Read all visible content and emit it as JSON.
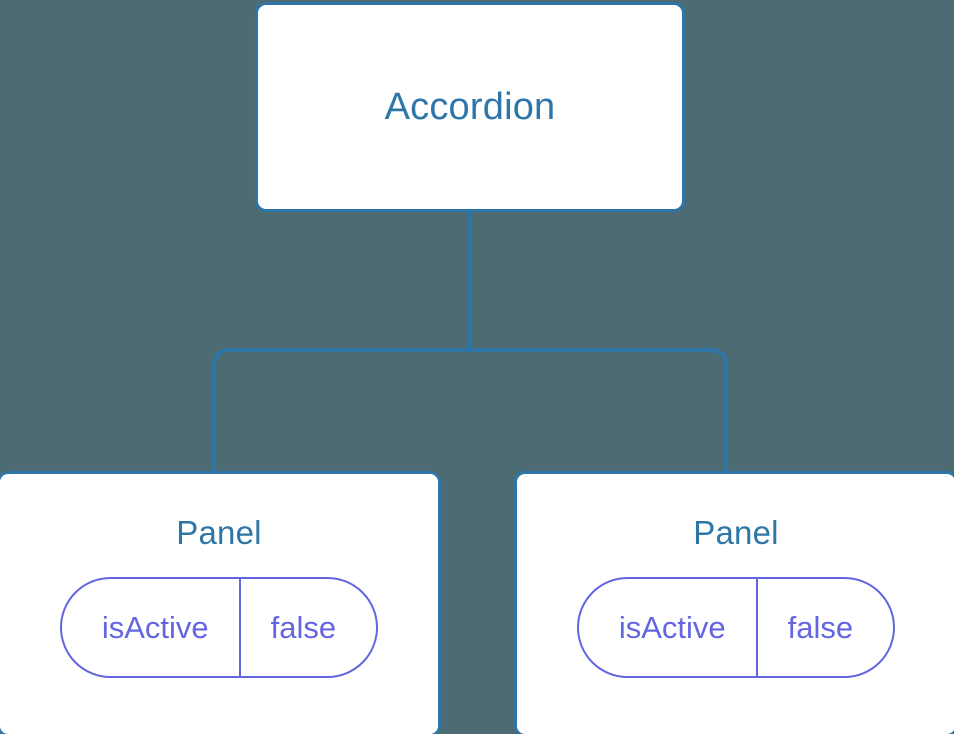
{
  "diagram": {
    "type": "component-tree",
    "background_color": "#4c6b73",
    "node_border_color": "#2e76a8",
    "node_fill_color": "#ffffff",
    "connector_color": "#2e76a8",
    "prop_badge_color": "#6366e0",
    "root": {
      "label": "Accordion"
    },
    "children": [
      {
        "label": "Panel",
        "props": [
          {
            "key": "isActive",
            "value": "false"
          }
        ]
      },
      {
        "label": "Panel",
        "props": [
          {
            "key": "isActive",
            "value": "false"
          }
        ]
      }
    ]
  }
}
